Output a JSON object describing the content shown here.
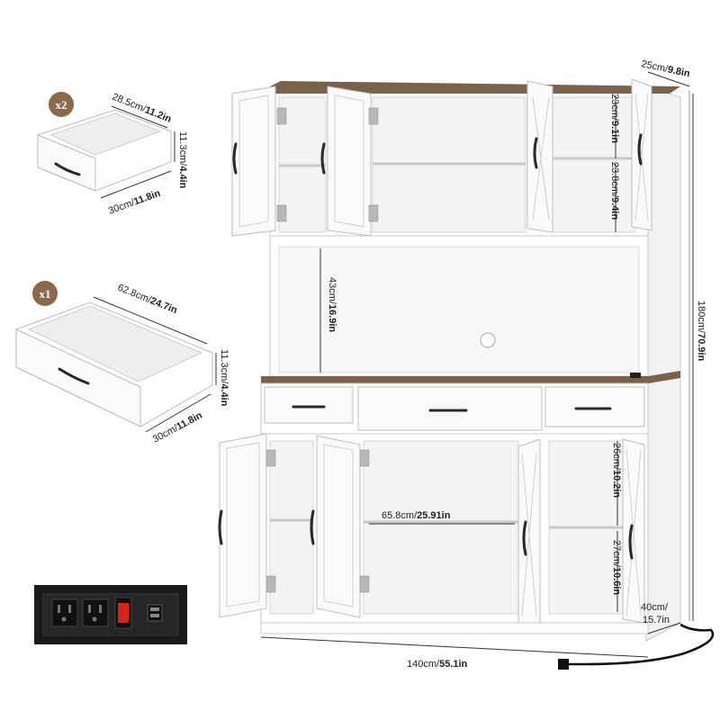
{
  "badges": {
    "small_drawer_qty": "x2",
    "large_drawer_qty": "x1"
  },
  "small_drawer": {
    "depth_cm": "28.5cm/",
    "depth_in": "11.2in",
    "height_cm": "11.3cm/",
    "height_in": "4.4in",
    "width_cm": "30cm/",
    "width_in": "11.8in"
  },
  "large_drawer": {
    "width_cm": "62.8cm/",
    "width_in": "24.7in",
    "height_cm": "11.3cm/",
    "height_in": "4.4in",
    "depth_cm": "30cm/",
    "depth_in": "11.8in"
  },
  "cabinet": {
    "top_depth_cm": "25cm/",
    "top_depth_in": "9.8in",
    "upper_shelf_top_cm": "23cm/",
    "upper_shelf_top_in": "9.1in",
    "upper_shelf_bottom_cm": "23.8cm/",
    "upper_shelf_bottom_in": "9.4in",
    "hutch_open_cm": "43cm/",
    "hutch_open_in": "16.9in",
    "total_height_cm": "180cm/",
    "total_height_in": "70.9in",
    "lower_shelf_width_cm": "65.8cm/",
    "lower_shelf_width_in": "25.91in",
    "lower_shelf_top_cm": "26cm/",
    "lower_shelf_top_in": "10.2in",
    "lower_shelf_bottom_cm": "27cm/",
    "lower_shelf_bottom_in": "10.6in",
    "base_depth_cm": "40cm/",
    "base_depth_in": "15.7in",
    "total_width_cm": "140cm/",
    "total_width_in": "55.1in"
  },
  "colors": {
    "wood_top": "#7a624a",
    "badge": "#8a6a4a",
    "socket_plate": "#1a1a1a",
    "switch_red": "#d8221c"
  },
  "icons": [
    "power-outlet-icon",
    "power-switch-icon",
    "usb-port-icon"
  ]
}
